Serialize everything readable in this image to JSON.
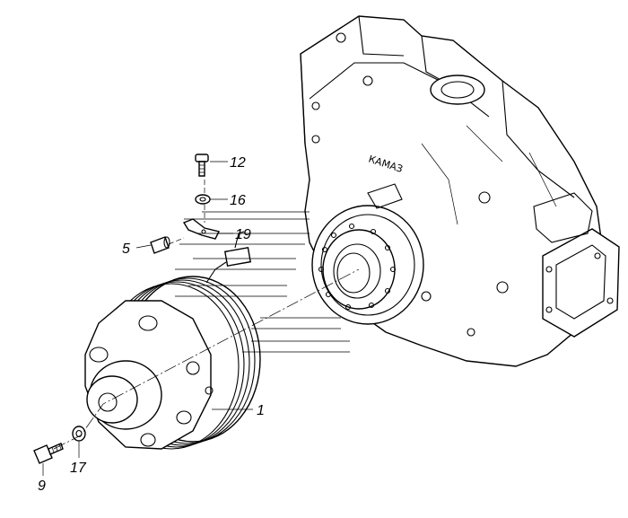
{
  "diagram": {
    "callouts": [
      {
        "id": "12",
        "label": "12"
      },
      {
        "id": "16",
        "label": "16"
      },
      {
        "id": "19",
        "label": "19"
      },
      {
        "id": "5",
        "label": "5"
      },
      {
        "id": "1",
        "label": "1"
      },
      {
        "id": "17",
        "label": "17"
      },
      {
        "id": "9",
        "label": "9"
      }
    ],
    "brand_marking": "КАМАЗ",
    "line_color": "#000000",
    "background_color": "#ffffff"
  }
}
